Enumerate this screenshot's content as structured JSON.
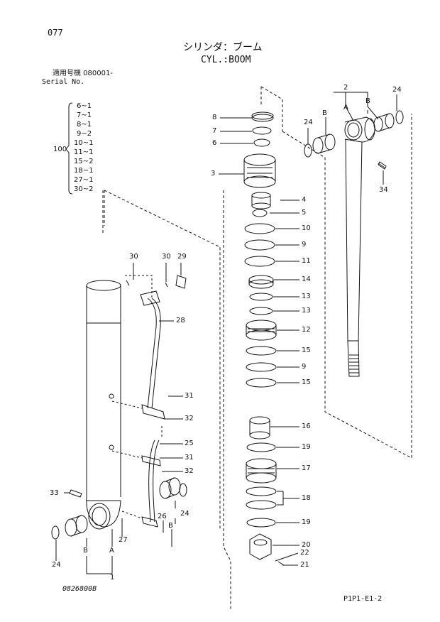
{
  "header": {
    "page_number": "077",
    "title_jp": "シリンダ：ブーム",
    "title_en": "CYL.:BOOM",
    "serial_label_jp": "適用号機 080001-",
    "serial_label_en": "Serial No."
  },
  "group": {
    "number": "100",
    "items": [
      "6~1",
      "7~1",
      "8~1",
      "9~2",
      "10~1",
      "11~1",
      "15~2",
      "18~1",
      "27~1",
      "30~2"
    ]
  },
  "callouts": {
    "c8": "8",
    "c7": "7",
    "c6": "6",
    "c3": "3",
    "c4": "4",
    "c5": "5",
    "c10": "10",
    "c9a": "9",
    "c11": "11",
    "c14": "14",
    "c13a": "13",
    "c13b": "13",
    "c12": "12",
    "c15a": "15",
    "c9b": "9",
    "c15b": "15",
    "c16": "16",
    "c19a": "19",
    "c17": "17",
    "c18": "18",
    "c19b": "19",
    "c20": "20",
    "c22": "22",
    "c21": "21",
    "c2": "2",
    "cA_top": "A",
    "cB_top_l": "B",
    "cB_top_r": "B",
    "c24_tl": "24",
    "c24_tr": "24",
    "c34": "34",
    "c30a": "30",
    "c30b": "30",
    "c29": "29",
    "c28": "28",
    "c31a": "31",
    "c32a": "32",
    "c25": "25",
    "c31b": "31",
    "c32b": "32",
    "c33": "33",
    "c26": "26",
    "c24_mr": "24",
    "cB_mr": "B",
    "c27": "27",
    "cA_bot": "A",
    "c1": "1",
    "cB_bot": "B",
    "c24_bl": "24"
  },
  "footer": {
    "drawing_number": "0826800B",
    "sheet_code": "P1P1-E1-2"
  }
}
